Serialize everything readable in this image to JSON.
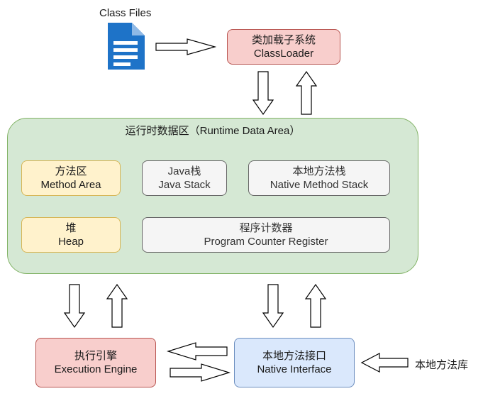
{
  "class_files": {
    "label": "Class Files",
    "icon": "document-icon"
  },
  "classloader": {
    "line1": "类加载子系统",
    "line2": "ClassLoader"
  },
  "runtime_area": {
    "title": "运行时数据区（Runtime Data Area）",
    "method_area": {
      "line1": "方法区",
      "line2": "Method Area"
    },
    "java_stack": {
      "line1": "Java栈",
      "line2": "Java Stack"
    },
    "native_method_stack": {
      "line1": "本地方法栈",
      "line2": "Native Method Stack"
    },
    "heap": {
      "line1": "堆",
      "line2": "Heap"
    },
    "pc_register": {
      "line1": "程序计数器",
      "line2": "Program Counter Register"
    }
  },
  "execution_engine": {
    "line1": "执行引擎",
    "line2": "Execution Engine"
  },
  "native_interface": {
    "line1": "本地方法接口",
    "line2": "Native Interface"
  },
  "native_library": {
    "label": "本地方法库"
  },
  "colors": {
    "red_fill": "#f8cecc",
    "yellow_fill": "#fff2cc",
    "gray_fill": "#f5f5f5",
    "blue_fill": "#dae8fc",
    "green_fill": "#d5e8d4",
    "icon_blue": "#1e73c8"
  }
}
